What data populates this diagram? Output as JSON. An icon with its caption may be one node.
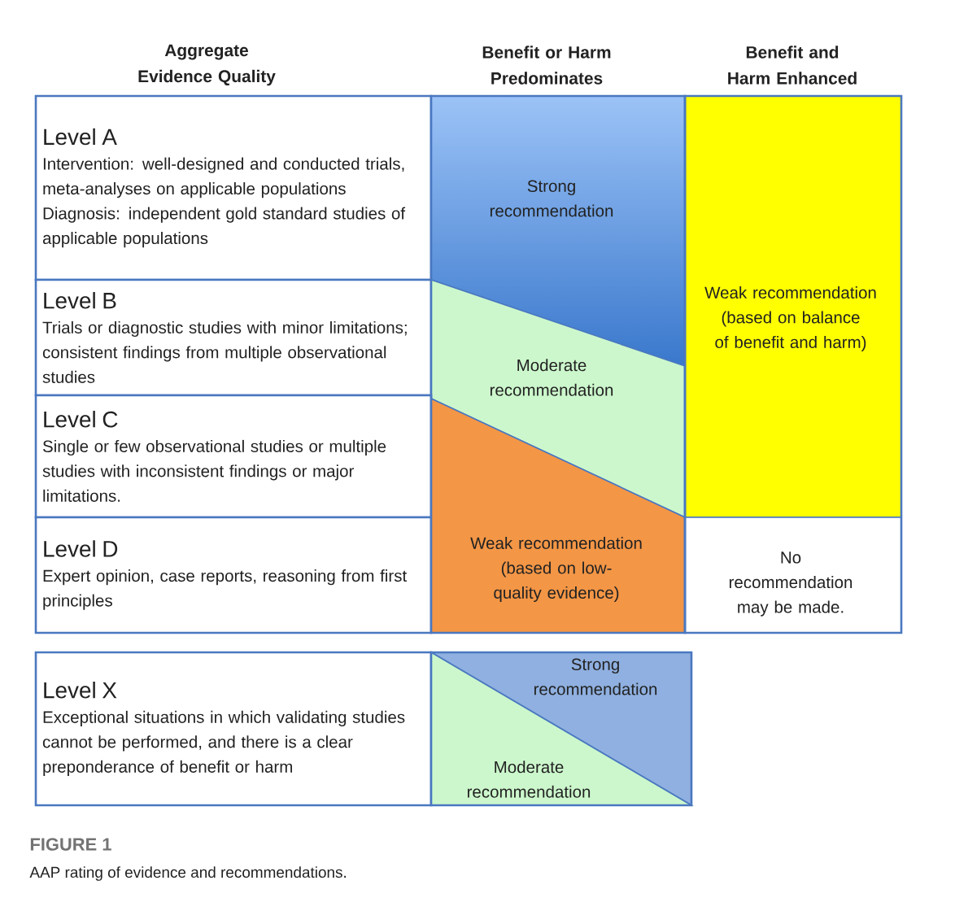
{
  "diagram": {
    "caption": "AAP rating of evidence and recommendations.",
    "nodes": [
      {
        "text": [
          "Level A",
          "Intervention: well-designed and conducted trials, meta-analyses on applicable populations",
          "Diagnosis: independent gold standard studies of applicable populations"
        ]
      },
      {
        "text": [
          "Strong recommendation"
        ]
      },
      {
        "text": [
          "Weak recommendation (based on balance of benefit and harm)"
        ]
      },
      {
        "text": [
          "Level B",
          "Trials or diagnostic studies with minor limitations; consistent findings from multiple observational studies"
        ]
      },
      {
        "text": [
          "Moderate recommendation"
        ]
      },
      {
        "text": [
          "Level C",
          "Single or few observational studies or multiple studies with inconsistent findings or major limitations."
        ]
      },
      {
        "text": [
          "Level D",
          "Expert opinion, case reports, reasoning from first principles"
        ]
      },
      {
        "text": [
          "Weak recommendation (based on low-quality evidence)"
        ]
      },
      {
        "text": [
          "No recommendation may be made."
        ]
      },
      {
        "text": [
          "Level X",
          "Exceptional situations in which validating studies cannot be performed, and there is a clear preponderance of benefit or harm"
        ]
      },
      {
        "text": [
          "Strong recommendation"
        ]
      },
      {
        "text": [
          "Moderate recommendation"
        ]
      }
    ],
    "edges": [],
    "labels": [
      "Aggregate Evidence Quality",
      "Benefit or Harm Predominates",
      "Benefit and Harm Enhanced",
      "FIGURE 1"
    ]
  }
}
